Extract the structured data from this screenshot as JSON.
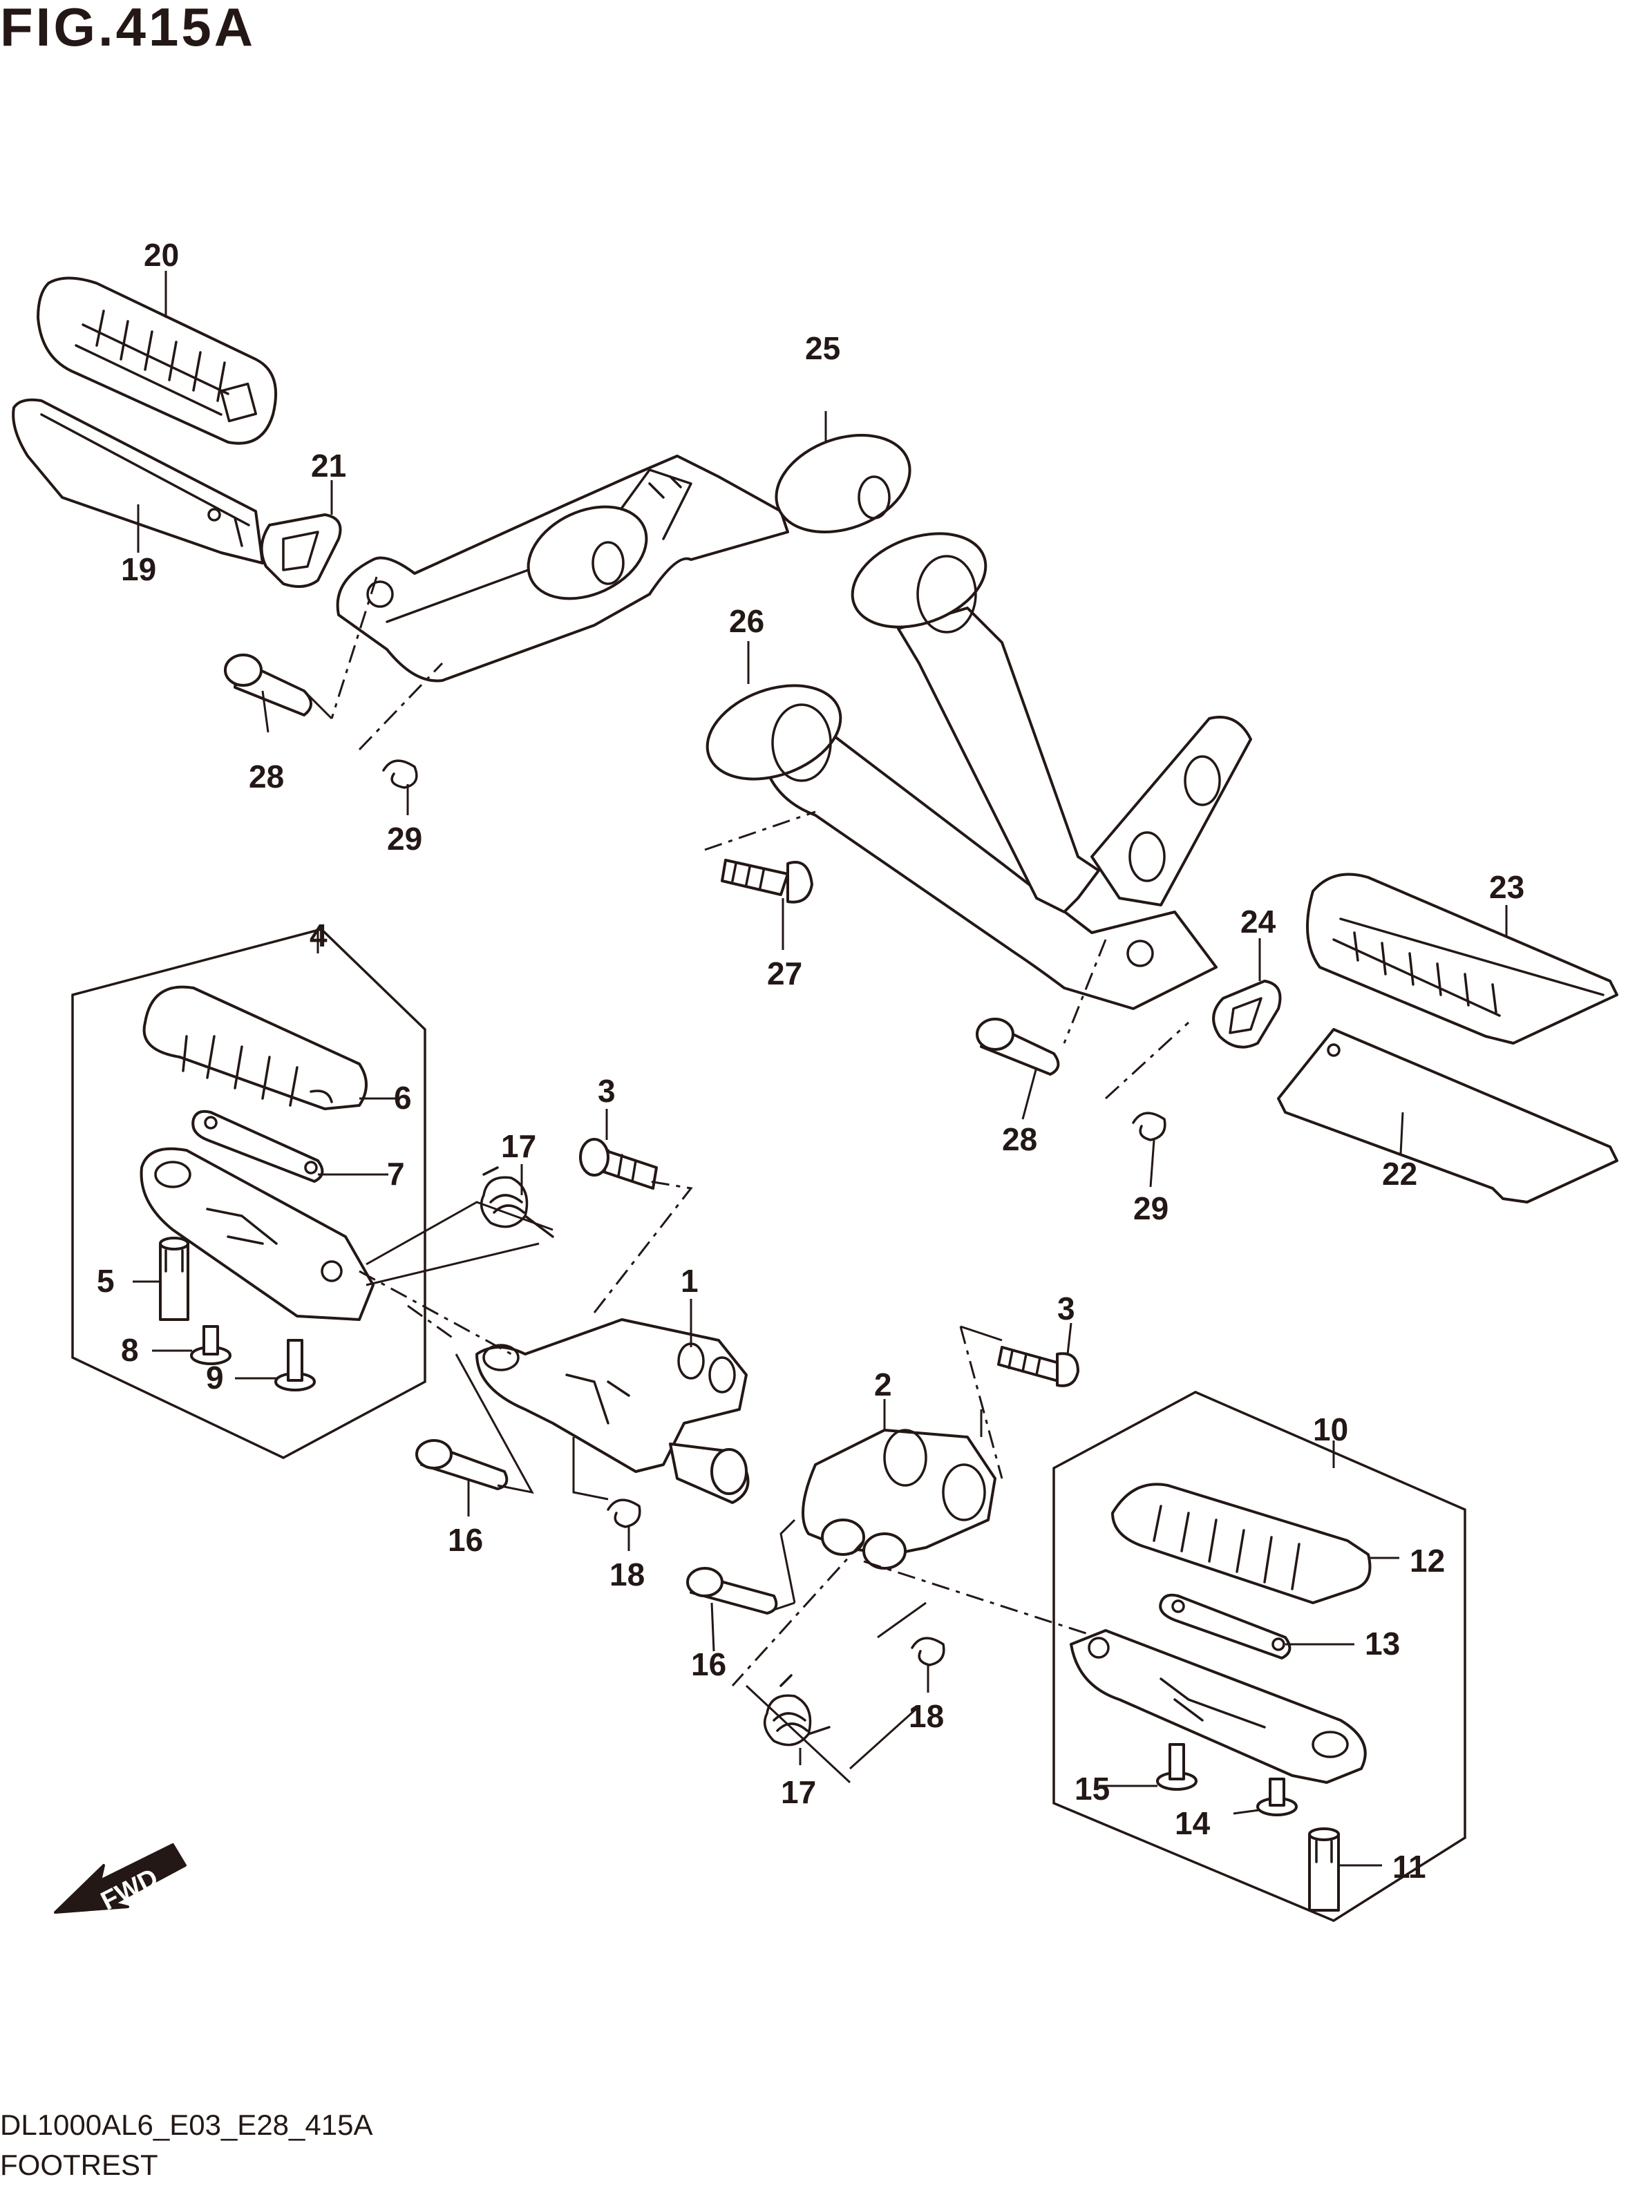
{
  "figure_title": "FIG.415A",
  "diagram_code": "DL1000AL6_E03_E28_415A",
  "description": "FOOTREST",
  "direction_indicator": "FWD",
  "callouts": [
    "1",
    "2",
    "3",
    "3",
    "4",
    "5",
    "6",
    "7",
    "8",
    "9",
    "10",
    "11",
    "12",
    "13",
    "14",
    "15",
    "16",
    "16",
    "17",
    "17",
    "18",
    "18",
    "19",
    "20",
    "21",
    "22",
    "23",
    "24",
    "25",
    "26",
    "27",
    "28",
    "28",
    "29",
    "29"
  ],
  "colors": {
    "line": "#231815",
    "background": "#ffffff"
  }
}
